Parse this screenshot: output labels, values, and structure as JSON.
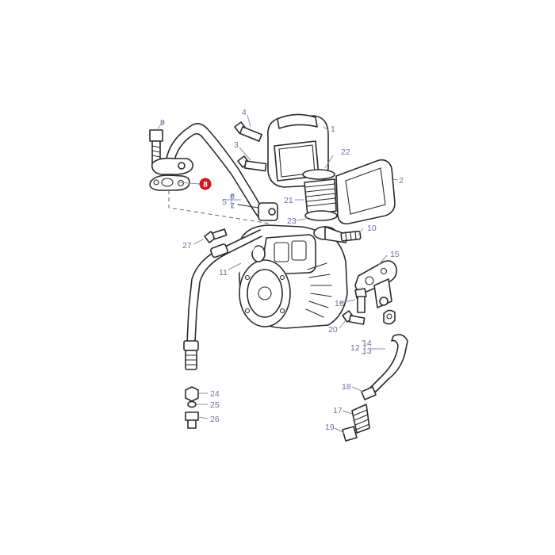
{
  "diagram": {
    "highlight_color": "#d4151c",
    "callout_color": "#6b6fa3",
    "highlighted_part": "8",
    "callouts": {
      "c1": "1",
      "c2": "2",
      "c3": "3",
      "c4": "4",
      "c5": "5",
      "c6": "6",
      "c7": "7",
      "c8": "8",
      "c9": "9",
      "c10": "10",
      "c11": "11",
      "c12": "12",
      "c13": "13",
      "c14": "14",
      "c15": "15",
      "c16": "16",
      "c17": "17",
      "c18": "18",
      "c19": "19",
      "c20": "20",
      "c21": "21",
      "c22": "22",
      "c23": "23",
      "c24": "24",
      "c25": "25",
      "c26": "26",
      "c27": "27"
    }
  }
}
